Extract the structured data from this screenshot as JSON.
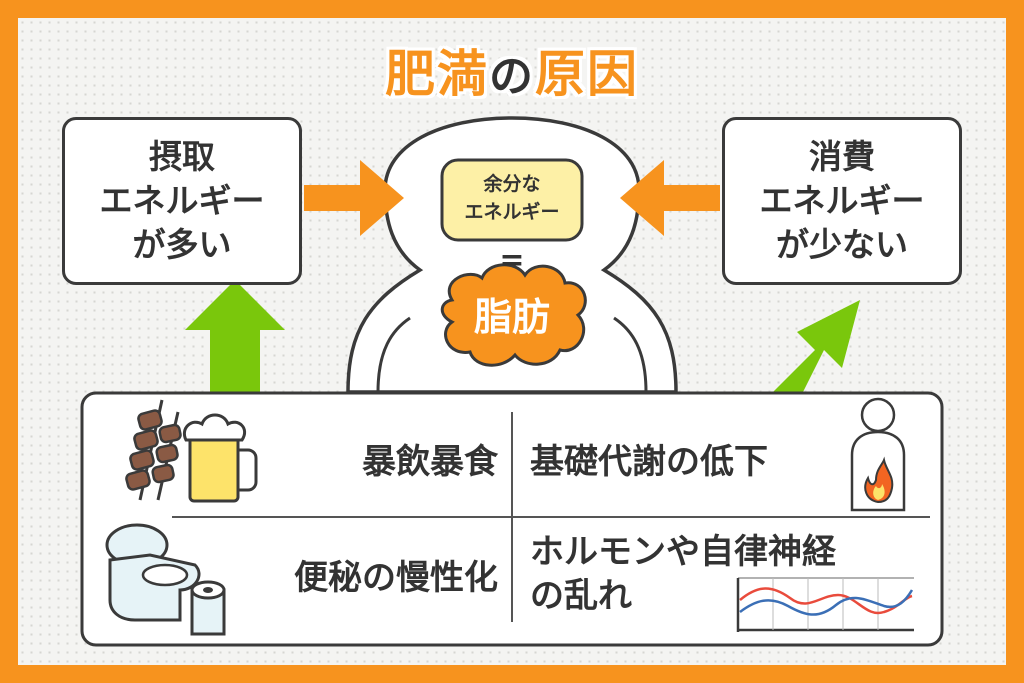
{
  "title": {
    "part1": "肥満",
    "part2": "の",
    "part3": "原因"
  },
  "left_box": {
    "line1": "摂取",
    "line2": "エネルギー",
    "line3": "が多い"
  },
  "right_box": {
    "line1": "消費",
    "line2": "エネルギー",
    "line3": "が少ない"
  },
  "center": {
    "surplus_line1": "余分な",
    "surplus_line2": "エネルギー",
    "equals": "=",
    "fat": "脂肪"
  },
  "causes": {
    "top_left": "暴飲暴食",
    "top_right": "基礎代謝の低下",
    "bottom_left": "便秘の慢性化",
    "bottom_right_line1": "ホルモンや自律神経",
    "bottom_right_line2": "の乱れ"
  },
  "colors": {
    "accent": "#f7931e",
    "arrow_green": "#7ac70c",
    "arrow_orange": "#f7931e",
    "surplus_fill": "#fdf0a6",
    "fat_fill": "#f7931e"
  },
  "icons": [
    "skewer-icon",
    "beer-mug-icon",
    "toilet-icon",
    "toilet-paper-icon",
    "body-flame-icon",
    "wave-chart-icon"
  ]
}
